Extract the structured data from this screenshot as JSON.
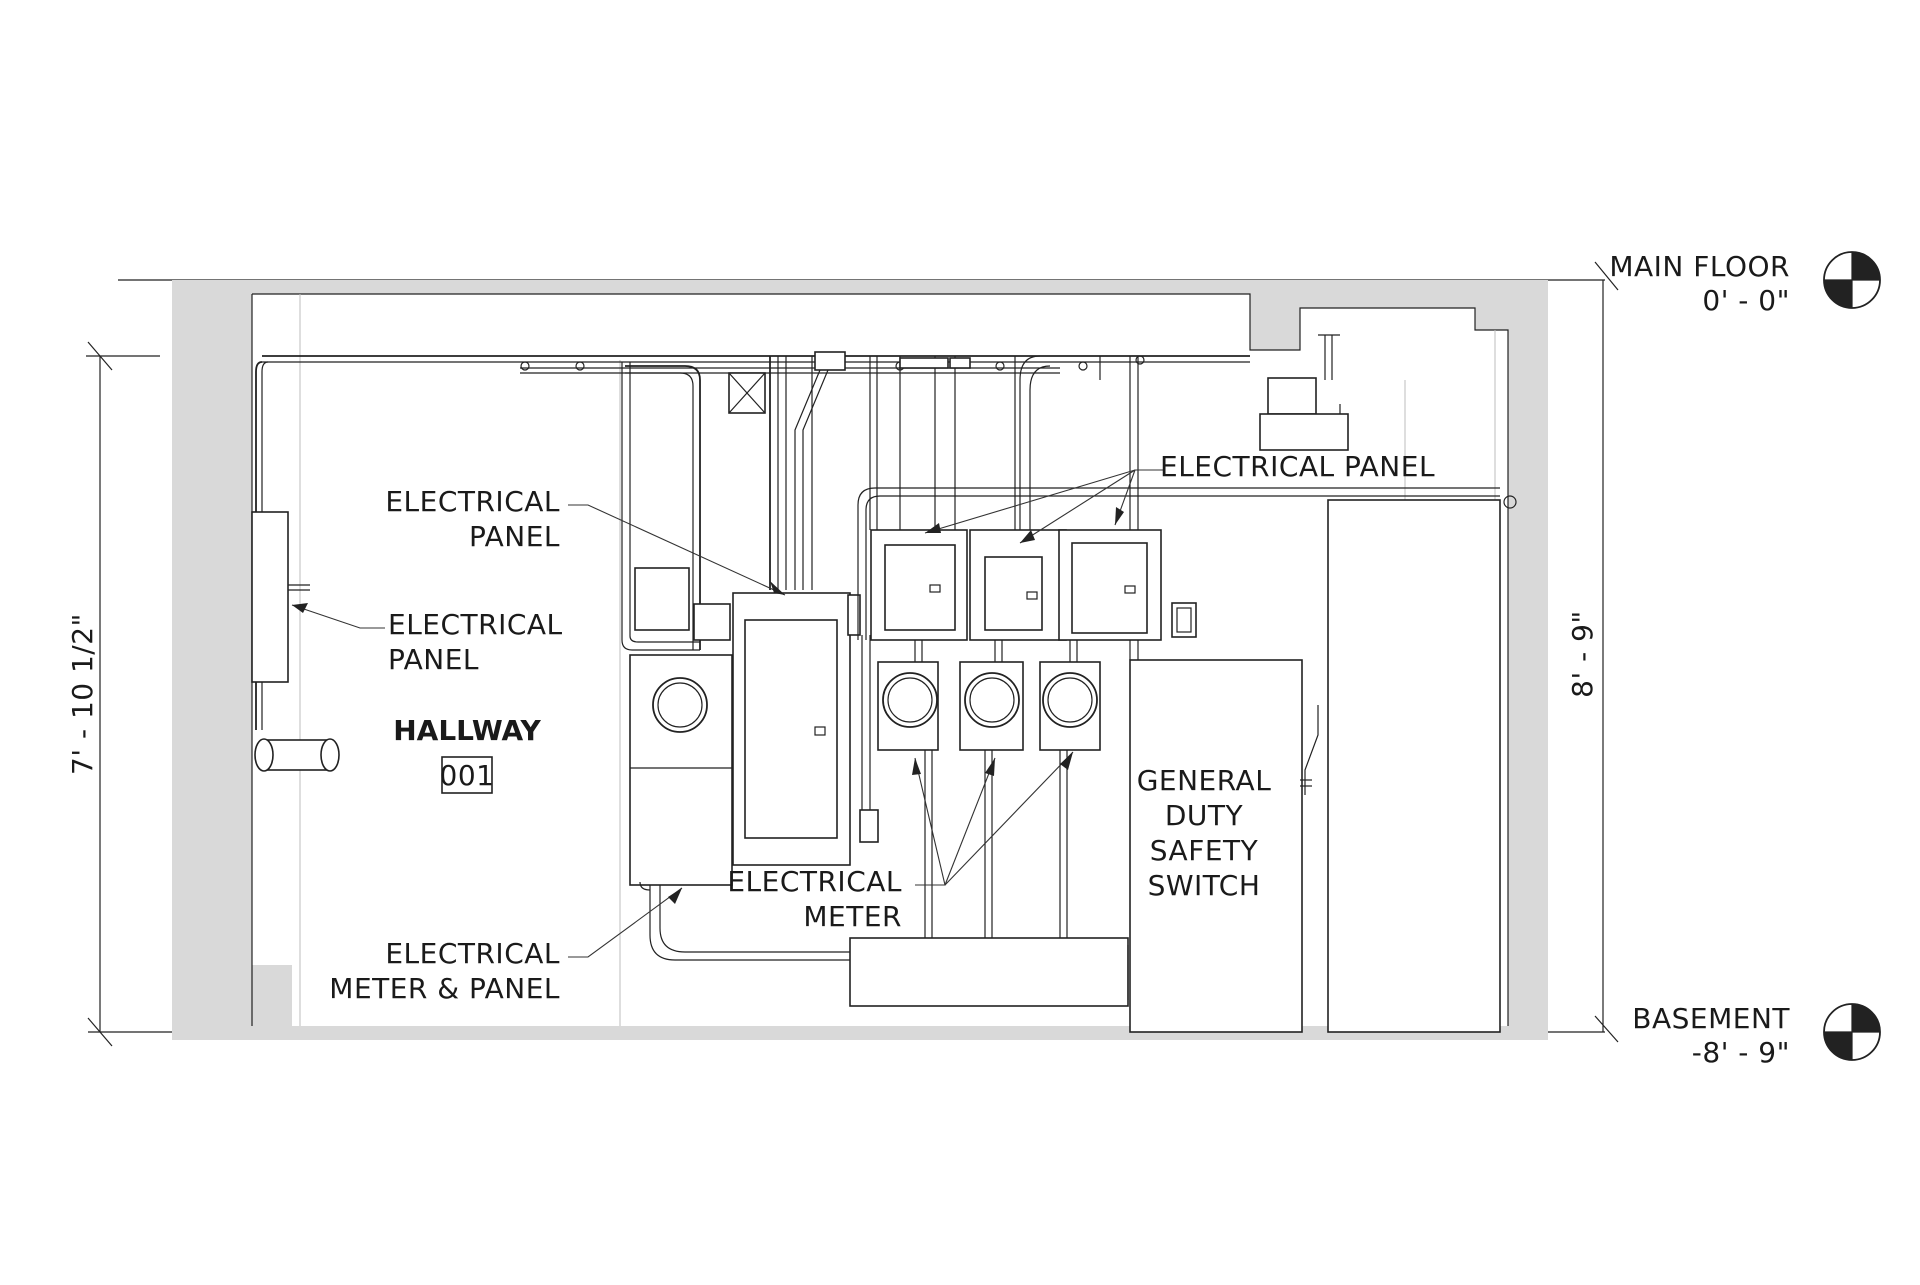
{
  "levels": {
    "main_floor": {
      "name": "MAIN FLOOR",
      "elevation": "0' - 0\""
    },
    "basement": {
      "name": "BASEMENT",
      "elevation": "-8' - 9\""
    }
  },
  "dimensions": {
    "left": "7' - 10 1/2\"",
    "right": "8' - 9\""
  },
  "room": {
    "name": "HALLWAY",
    "number": "001"
  },
  "callouts": {
    "panel_upper_left": [
      "ELECTRICAL",
      "PANEL"
    ],
    "panel_left_wall": [
      "ELECTRICAL",
      "PANEL"
    ],
    "panel_top_right": "ELECTRICAL PANEL",
    "meter": [
      "ELECTRICAL",
      "METER"
    ],
    "meter_and_panel": [
      "ELECTRICAL",
      "METER & PANEL"
    ],
    "safety_switch": [
      "GENERAL",
      "DUTY",
      "SAFETY",
      "SWITCH"
    ]
  },
  "icons": {
    "level_marker": "level-datum-icon",
    "leader_arrow": "leader-arrowhead-icon"
  }
}
